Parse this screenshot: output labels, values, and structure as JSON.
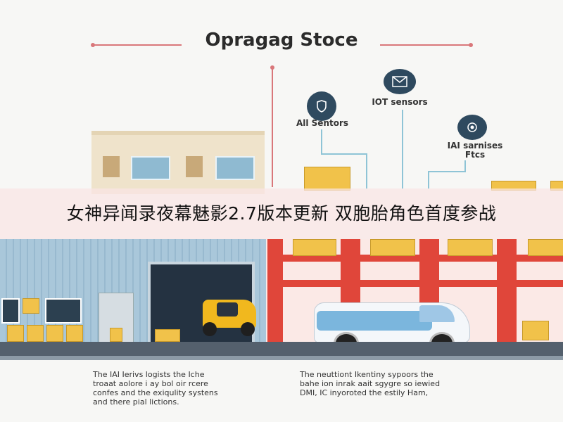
{
  "header": {
    "title": "Opragag Stoce"
  },
  "nodes": {
    "ai_sensors": "All Sentors",
    "iot_sensors": "IOT sensors",
    "ai_panel_line1": "IAI sarnises",
    "ai_panel_line2": "Ftcs"
  },
  "headline": "女神异闻录夜幕魅影2.7版本更新 双胞胎角色首度参战",
  "captions": {
    "left": [
      "The IAI Ierivs logists the Iche",
      "troaat aolore i ay  bol oir rcere",
      "confes and the exiqulity systens",
      "and there pial lictions."
    ],
    "right": [
      "The neuttiont Ikentiny sypoors  the",
      "bahe ion inrak aait sgygre so iewied",
      "DMI, IC inyoroted the estily Ham,"
    ]
  },
  "colors": {
    "accent_rule": "#d9777a",
    "icon_bg": "#2f4a5f",
    "rack_red": "#e0463a",
    "crate_yellow": "#f1c24a"
  }
}
